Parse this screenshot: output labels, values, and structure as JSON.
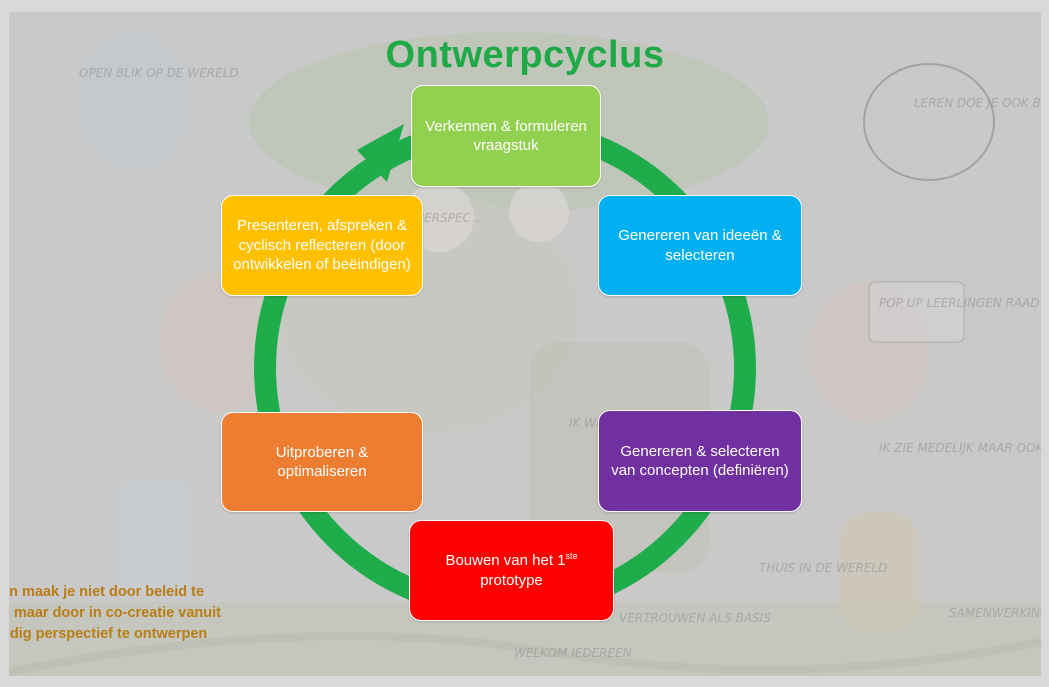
{
  "title": "Ontwerpcyclus",
  "colors": {
    "title": "#1faa47",
    "ring": "#1fac4b",
    "step1": "#92d050",
    "step2": "#00b0f0",
    "step3": "#7030a0",
    "step4": "#ff0000",
    "step5": "#ed7d31",
    "step6": "#ffc000",
    "quote": "#b87d14"
  },
  "steps": [
    {
      "label": "Verkennen & formuleren vraagstuk"
    },
    {
      "label": "Genereren van ideeën & selecteren"
    },
    {
      "label": "Genereren & selecteren van concepten (definiëren)"
    },
    {
      "label_pre": "Bouwen van het 1",
      "label_sup": "ste",
      "label_post": "prototype"
    },
    {
      "label": "Uitproberen & optimaliseren"
    },
    {
      "label": "Presenteren, afspreken & cyclisch reflecteren (door ontwikkelen of beëindigen)"
    }
  ],
  "quote": {
    "line1": "en maak je niet door beleid te",
    "line2": "n maar door in co-creatie vanuit",
    "line3": "udig perspectief te ontwerpen"
  },
  "background_text": {
    "sign1": "LEREN DOE JE OOK BUITEN!",
    "sign2": "POP UP LEERLINGEN RAAD",
    "sign3": "IK WIL GE... EN G... WO...",
    "sign4": "IK ZIE MEDELIJK MAAR OOK DE ANDEREN",
    "sign5": "VERTROUWEN ALS BASIS",
    "sign6": "WELKOM IEDEREEN",
    "sign7": "THUIS IN DE WERELD",
    "sign8": "OPEN BLIK OP DE WERELD",
    "sign9": "SAMENWERKING",
    "sign10": "...EENVOUDIG PERSPEC..."
  }
}
